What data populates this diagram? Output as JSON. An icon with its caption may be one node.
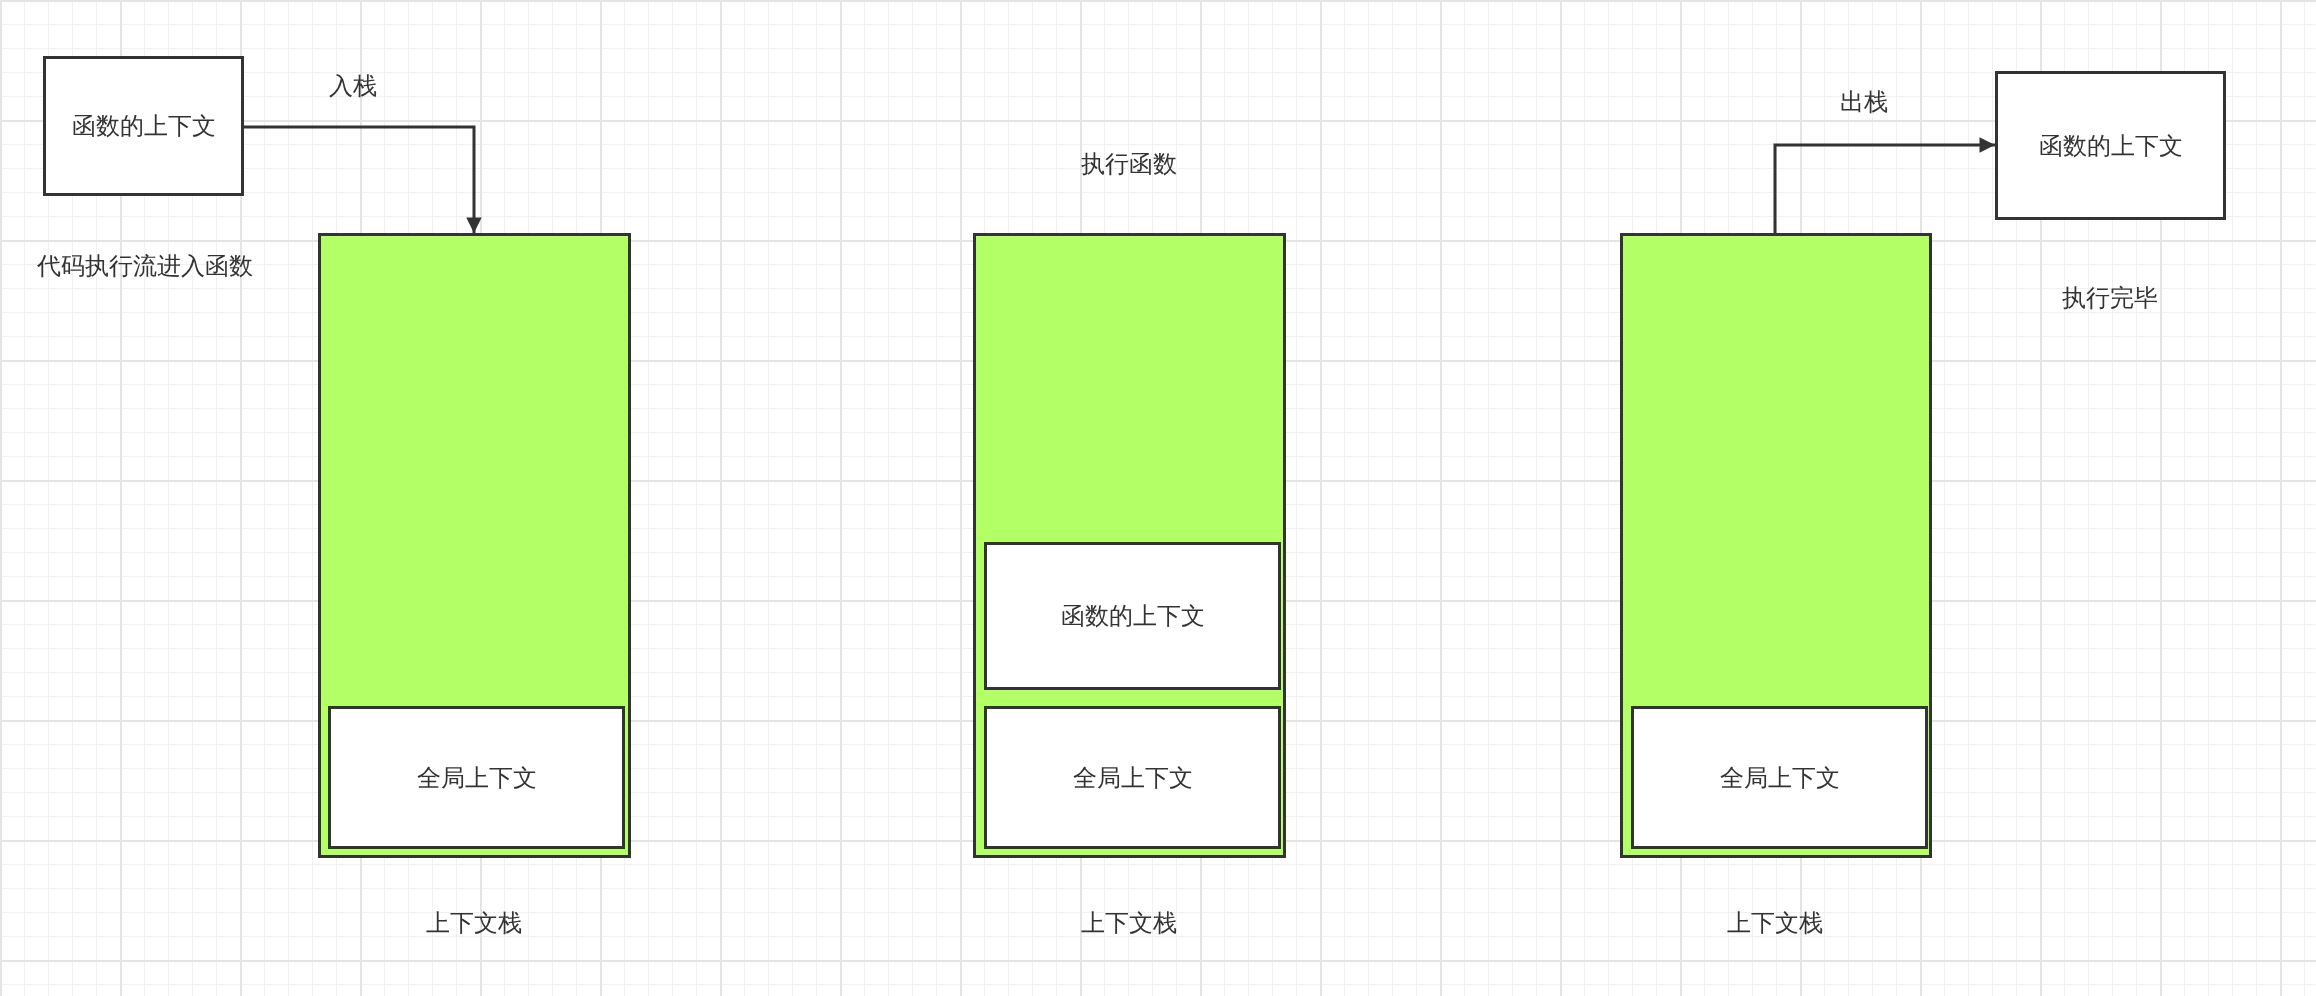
{
  "diagram": {
    "nodes": [
      {
        "text": [
          "函数的上下文"
        ],
        "beside": [
          "代码执行流进入函数"
        ]
      },
      {
        "text": [],
        "shape": "box",
        "beside": [
          "上下文栈"
        ]
      },
      {
        "text": [
          "全局上下文"
        ],
        "in": 1
      },
      {
        "text": [],
        "shape": "box",
        "beside": [
          "执行函数",
          "上下文栈"
        ]
      },
      {
        "text": [
          "函数的上下文"
        ],
        "in": 3
      },
      {
        "text": [
          "全局上下文"
        ],
        "in": 3
      },
      {
        "text": [],
        "shape": "box",
        "beside": [
          "上下文栈"
        ]
      },
      {
        "text": [
          "全局上下文"
        ],
        "in": 6
      },
      {
        "text": [
          "函数的上下文"
        ],
        "beside": [
          "执行完毕"
        ]
      }
    ],
    "edges": [
      {
        "from": 0,
        "to": 1,
        "arrow": "to",
        "label": "入栈"
      },
      {
        "from": 6,
        "to": 8,
        "arrow": "to",
        "label": "出栈"
      }
    ]
  }
}
